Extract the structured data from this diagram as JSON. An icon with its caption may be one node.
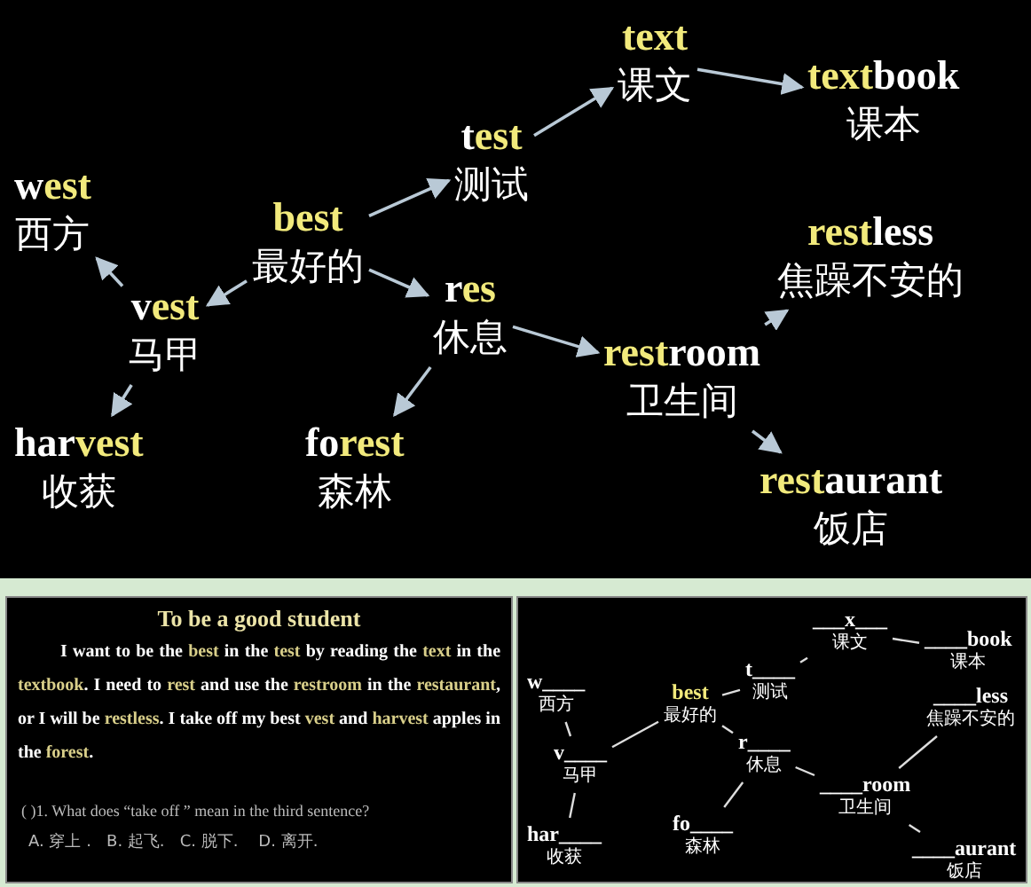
{
  "diagram": {
    "nodes": [
      {
        "text": [
          "**text**",
          "课文"
        ]
      },
      {
        "text": [
          "**text**book",
          "课本"
        ]
      },
      {
        "text": [
          "t**est**",
          "测试"
        ]
      },
      {
        "text": [
          "w**est**",
          "西方"
        ]
      },
      {
        "text": [
          "**best**",
          "最好的"
        ]
      },
      {
        "text": [
          "**rest**less",
          "焦躁不安的"
        ]
      },
      {
        "text": [
          "v**est**",
          "马甲"
        ]
      },
      {
        "text": [
          "r**es**",
          "休息"
        ]
      },
      {
        "text": [
          "**rest**room",
          "卫生间"
        ]
      },
      {
        "text": [
          "har**vest**",
          "收获"
        ]
      },
      {
        "text": [
          "fo**rest**",
          "森林"
        ]
      },
      {
        "text": [
          "**rest**aurant",
          "饭店"
        ]
      },
      {
        "text": [
          "___x___",
          "课文"
        ]
      },
      {
        "text": [
          "____book",
          "课本"
        ]
      },
      {
        "text": [
          "t____",
          "测试"
        ]
      },
      {
        "text": [
          "w____",
          "西方"
        ]
      },
      {
        "text": [
          "**best**",
          "最好的"
        ]
      },
      {
        "text": [
          "____less",
          "焦躁不安的"
        ]
      },
      {
        "text": [
          "v____",
          "马甲"
        ]
      },
      {
        "text": [
          "r____",
          "休息"
        ]
      },
      {
        "text": [
          "____room",
          "卫生间"
        ]
      },
      {
        "text": [
          "har____",
          "收获"
        ]
      },
      {
        "text": [
          "fo____",
          "森林"
        ]
      },
      {
        "text": [
          "____aurant",
          "饭店"
        ]
      }
    ],
    "edges": [
      {
        "from": 4,
        "to": 2,
        "arrow": "to"
      },
      {
        "from": 2,
        "to": 0,
        "arrow": "to"
      },
      {
        "from": 0,
        "to": 1,
        "arrow": "to"
      },
      {
        "from": 4,
        "to": 6,
        "arrow": "to"
      },
      {
        "from": 6,
        "to": 3,
        "arrow": "to"
      },
      {
        "from": 6,
        "to": 9,
        "arrow": "to"
      },
      {
        "from": 4,
        "to": 7,
        "arrow": "to"
      },
      {
        "from": 7,
        "to": 10,
        "arrow": "to"
      },
      {
        "from": 7,
        "to": 8,
        "arrow": "to"
      },
      {
        "from": 8,
        "to": 5,
        "arrow": "to"
      },
      {
        "from": 8,
        "to": 11,
        "arrow": "to"
      },
      {
        "from": 16,
        "to": 14,
        "arrow": "none"
      },
      {
        "from": 14,
        "to": 12,
        "arrow": "none"
      },
      {
        "from": 12,
        "to": 13,
        "arrow": "none"
      },
      {
        "from": 16,
        "to": 18,
        "arrow": "none"
      },
      {
        "from": 18,
        "to": 15,
        "arrow": "none"
      },
      {
        "from": 18,
        "to": 21,
        "arrow": "none"
      },
      {
        "from": 16,
        "to": 19,
        "arrow": "none"
      },
      {
        "from": 19,
        "to": 22,
        "arrow": "none"
      },
      {
        "from": 19,
        "to": 20,
        "arrow": "none"
      },
      {
        "from": 20,
        "to": 17,
        "arrow": "none"
      },
      {
        "from": 20,
        "to": 23,
        "arrow": "none"
      }
    ],
    "labels": [
      "To be a good student",
      "I want to be the **best** in the **test** by reading the **text** in the **textbook**. I need to **rest** and use the **restroom** in the **restaurant**, or I will be **restless**. I take off my best **vest** and **harvest** apples in the **forest**.",
      "(    )1. What does “take off ” mean in the third sentence?",
      "A. 穿上 .   B. 起飞.   C. 脱下.    D. 离开."
    ]
  }
}
